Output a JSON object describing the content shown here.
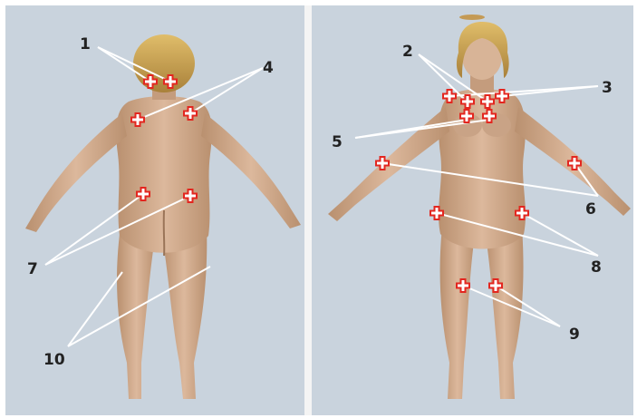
{
  "colors": {
    "background": "#c7d2dc",
    "skin": "#d4ae92",
    "skin_shadow": "#b38b6d",
    "hair": "#c9a14f",
    "marker_fill": "#ffffff",
    "marker_stroke": "#e3261f",
    "leader_line": "#ffffff",
    "label_text": "#222222"
  },
  "views": {
    "back": {
      "name": "back-view"
    },
    "front": {
      "name": "front-view"
    }
  },
  "labels": [
    "1",
    "2",
    "3",
    "4",
    "5",
    "6",
    "7",
    "8",
    "9",
    "10"
  ],
  "marker_icon": "red-cross-marker-icon"
}
